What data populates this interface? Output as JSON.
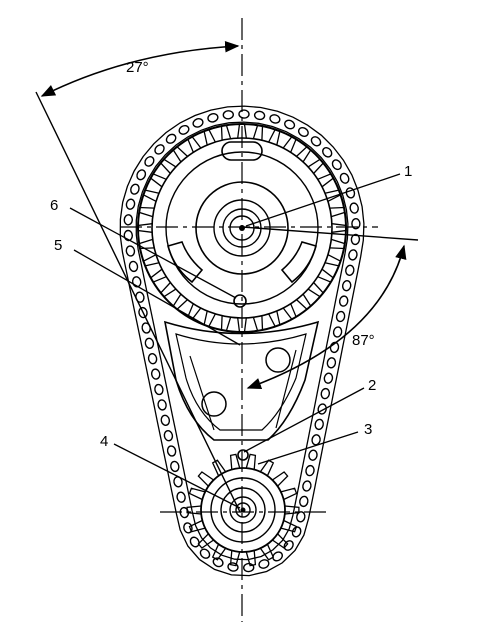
{
  "angles": {
    "cam_offset": "27°",
    "crank_offset": "87°"
  },
  "callouts": [
    "1",
    "2",
    "3",
    "4",
    "5",
    "6"
  ]
}
